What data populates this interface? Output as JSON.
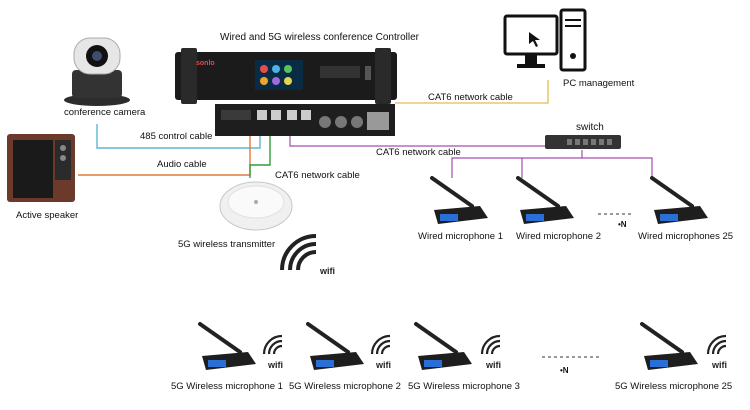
{
  "controller": {
    "title": "Wired and 5G wireless conference Controller",
    "brand": "sonlo"
  },
  "pc": {
    "label": "PC management"
  },
  "camera": {
    "label": "conference camera"
  },
  "speaker": {
    "label": "Active speaker"
  },
  "transmitter": {
    "label": "5G wireless transmitter",
    "wifi": "wifi"
  },
  "switch": {
    "label": "switch"
  },
  "links": {
    "cat6_pc": "CAT6 network cable",
    "rs485": "485 control cable",
    "cat6_switch": "CAT6 network cable",
    "audio": "Audio cable",
    "cat6_tx": "CAT6 network cable"
  },
  "wired_mics": {
    "items": [
      "Wired microphone 1",
      "Wired microphone 2",
      "Wired microphones 25"
    ],
    "more": "•N"
  },
  "wireless_mics": {
    "items": [
      "5G Wireless microphone 1",
      "5G Wireless microphone 2",
      "5G Wireless microphone 3",
      "5G Wireless microphone 25"
    ],
    "wifi": "wifi",
    "more": "•N"
  },
  "colors": {
    "cat6_pc": "#e8c96a",
    "rs485": "#5fb6d8",
    "audio": "#e07a3c",
    "cat6_tx": "#2e9e3e",
    "cat6_switch": "#a64db0"
  }
}
